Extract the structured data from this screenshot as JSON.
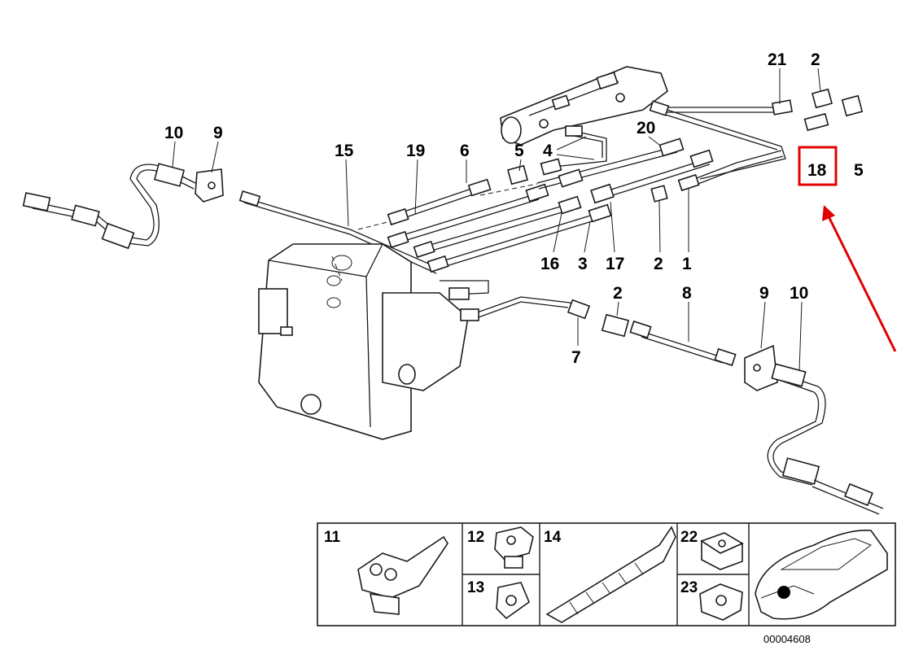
{
  "highlight_color": "#e00000",
  "callouts": {
    "c21": "21",
    "c2a": "2",
    "c18": "18",
    "c5a": "5",
    "c10a": "10",
    "c9a": "9",
    "c15": "15",
    "c19": "19",
    "c6": "6",
    "c5b": "5",
    "c4": "4",
    "c20": "20",
    "c16": "16",
    "c3": "3",
    "c17": "17",
    "c2b": "2",
    "c1": "1",
    "c2c": "2",
    "c8": "8",
    "c9b": "9",
    "c10b": "10",
    "c7": "7"
  },
  "legend": {
    "cell_11": "11",
    "cell_12": "12",
    "cell_13": "13",
    "cell_14": "14",
    "cell_22": "22",
    "cell_23": "23"
  },
  "drawing_code": "00004608"
}
